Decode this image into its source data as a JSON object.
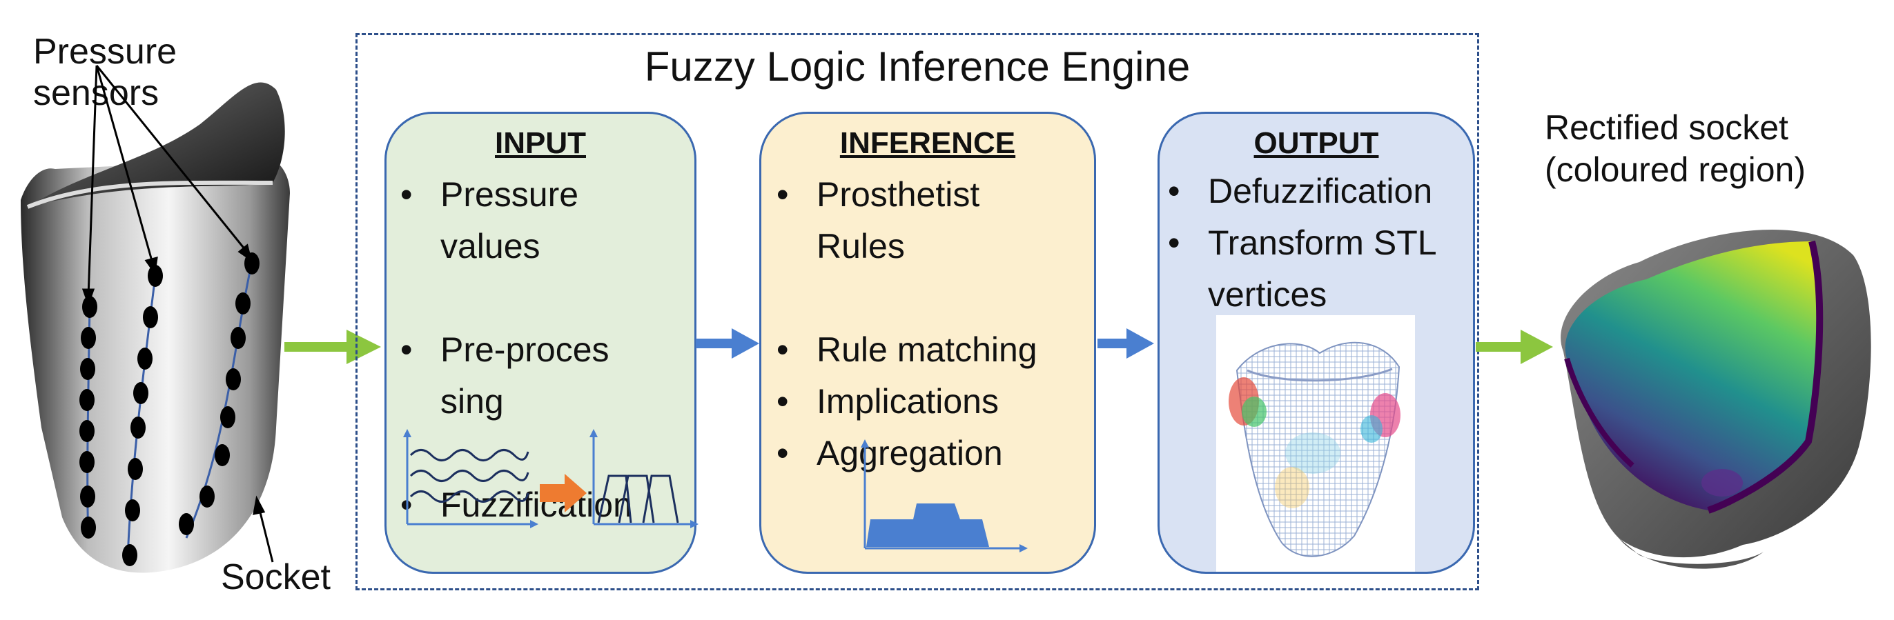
{
  "left": {
    "sensors_label_lines": [
      "Pressure",
      "sensors"
    ],
    "socket_label": "Socket"
  },
  "engine": {
    "title": "Fuzzy Logic Inference Engine",
    "input": {
      "heading": "INPUT",
      "items": [
        "Pressure values",
        "Pre-processing",
        "Fuzzification"
      ]
    },
    "inference": {
      "heading": "INFERENCE",
      "items": [
        "Prosthetist Rules",
        "Rule matching",
        "Implications",
        "Aggregation"
      ]
    },
    "output": {
      "heading": "OUTPUT",
      "items": [
        "Defuzzification",
        "Transform STL vertices"
      ]
    }
  },
  "right": {
    "label_lines": [
      "Rectified socket",
      "(coloured region)"
    ]
  },
  "colors": {
    "input_fill": "#e3eedb",
    "inference_fill": "#fcefcf",
    "output_fill": "#d9e2f3",
    "box_border": "#3a68b0",
    "green_arrow": "#8cc63f",
    "blue_arrow": "#4a7fd0",
    "orange_arrow": "#ee7b30"
  },
  "icons": [
    "pressure-sensor-socket",
    "signal-waves",
    "membership-functions",
    "aggregated-output-shape",
    "mesh-point-cloud",
    "rectified-socket-heatmap"
  ]
}
